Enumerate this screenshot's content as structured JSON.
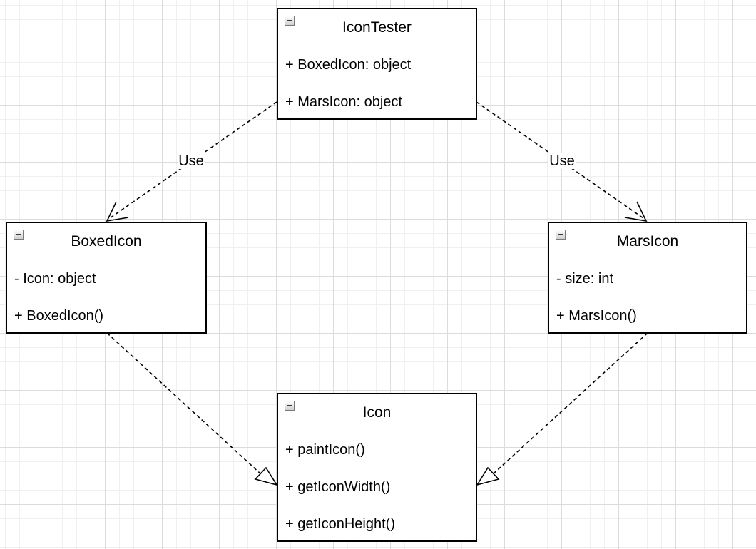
{
  "diagram": {
    "classes": [
      {
        "name": "IconTester",
        "members": [
          "+ BoxedIcon: object",
          "+ MarsIcon: object"
        ]
      },
      {
        "name": "BoxedIcon",
        "members": [
          "- Icon: object",
          "+ BoxedIcon()"
        ]
      },
      {
        "name": "MarsIcon",
        "members": [
          "- size: int",
          "+ MarsIcon()"
        ]
      },
      {
        "name": "Icon",
        "members": [
          "+ paintIcon()",
          "+ getIconWidth()",
          "+ getIconHeight()"
        ]
      }
    ],
    "relations": [
      {
        "from": "IconTester",
        "to": "BoxedIcon",
        "kind": "dependency",
        "label": "Use"
      },
      {
        "from": "IconTester",
        "to": "MarsIcon",
        "kind": "dependency",
        "label": "Use"
      },
      {
        "from": "BoxedIcon",
        "to": "Icon",
        "kind": "realization",
        "label": ""
      },
      {
        "from": "MarsIcon",
        "to": "Icon",
        "kind": "realization",
        "label": ""
      }
    ]
  }
}
